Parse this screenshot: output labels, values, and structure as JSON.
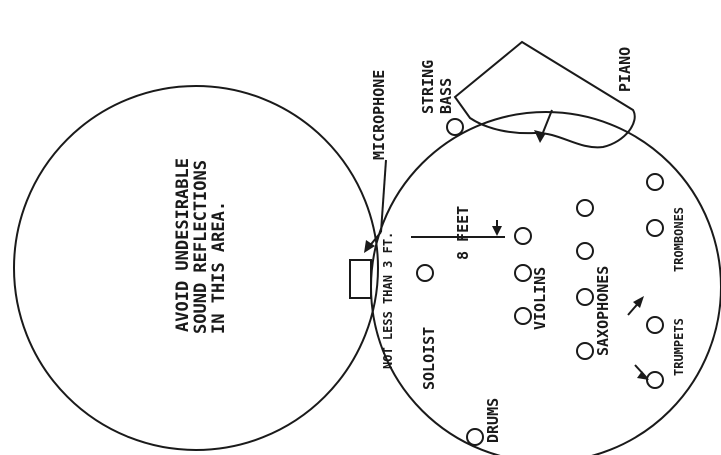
{
  "diagram": {
    "left_area": {
      "line1": "AVOID UNDESIRABLE",
      "line2": "SOUND REFLECTIONS",
      "line3": "IN THIS AREA."
    },
    "microphone": "MICROPHONE",
    "string_bass": {
      "line1": "STRING",
      "line2": "BASS"
    },
    "piano": "PIANO",
    "eight_feet": "8 FEET",
    "not_less": "NOT LESS THAN 3 FT.",
    "soloist": "SOLOIST",
    "violins": "VIOLINS",
    "saxophones": "SAXOPHONES",
    "trombones": "TROMBONES",
    "trumpets": "TRUMPETS",
    "drums": "DRUMS"
  }
}
